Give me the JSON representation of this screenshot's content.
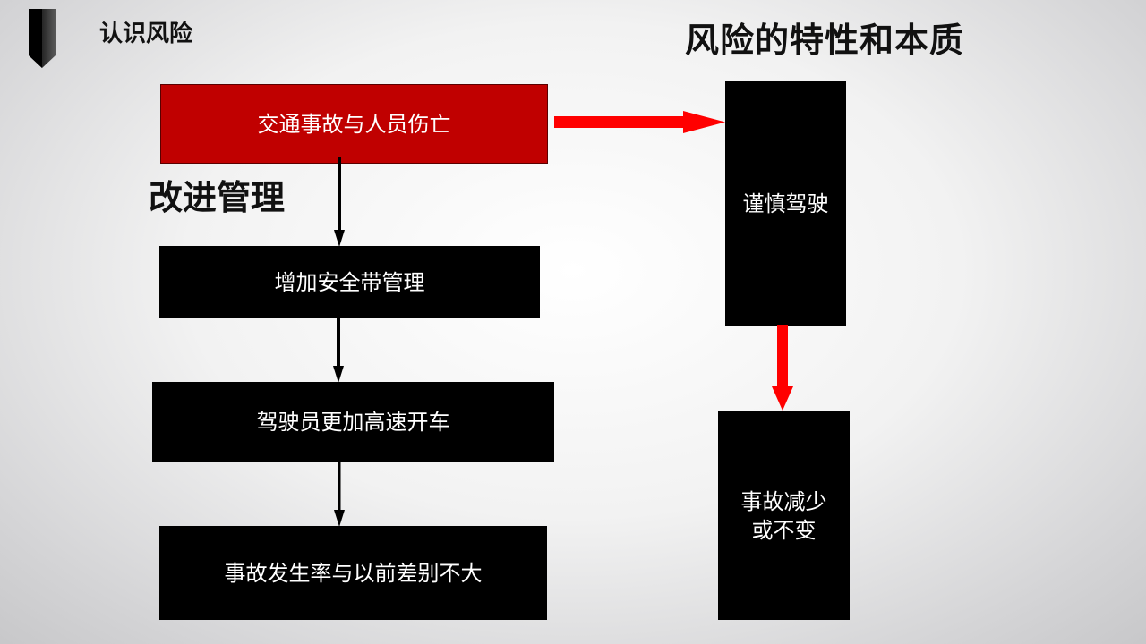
{
  "header": {
    "corner_title": "认识风险",
    "right_title": "风险的特性和本质",
    "left_subtitle": "改进管理"
  },
  "flow": {
    "left": [
      {
        "id": "accident-casualty",
        "label": "交通事故与人员伤亡",
        "color": "#c00000"
      },
      {
        "id": "more-seatbelt",
        "label": "增加安全带管理",
        "color": "#000000"
      },
      {
        "id": "faster-driving",
        "label": "驾驶员更加高速开车",
        "color": "#000000"
      },
      {
        "id": "similar-rate",
        "label": "事故发生率与以前差别不大",
        "color": "#000000"
      }
    ],
    "right": [
      {
        "id": "careful-driving",
        "label": "谨慎驾驶",
        "color": "#000000"
      },
      {
        "id": "fewer-accidents",
        "label": "事故减少或不变",
        "color": "#000000"
      }
    ]
  },
  "colors": {
    "accent_red": "#c00000",
    "arrow_red": "#ff0000",
    "box_black": "#000000",
    "text_white": "#ffffff"
  },
  "icons": {
    "corner": "bookmark-ribbon-icon"
  }
}
